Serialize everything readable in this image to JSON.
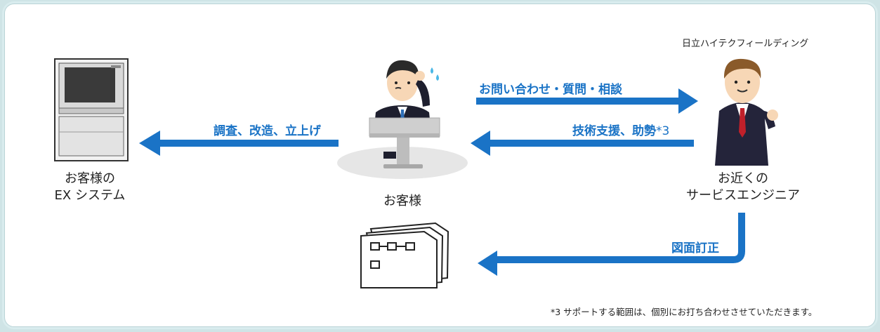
{
  "labels": {
    "ex_system_line1": "お客様の",
    "ex_system_line2": "EX システム",
    "customer": "お客様",
    "engineer_line1": "お近くの",
    "engineer_line2": "サービスエンジニア",
    "company": "日立ハイテクフィールディング"
  },
  "arrows": {
    "inquiry": "お問い合わせ・質問・相談",
    "support": "技術支援、助勢",
    "support_note_ref": "*3",
    "investigation": "調査、改造、立上げ",
    "drawing": "図面訂正"
  },
  "footnote": "*3 サポートする範囲は、個別にお打ち合わせさせていただきます。",
  "colors": {
    "arrow": "#1a73c6",
    "background": "#cfe4e6"
  },
  "icons": [
    "ex-system-machine-icon",
    "customer-person-icon",
    "engineer-person-icon",
    "drawings-icon"
  ]
}
